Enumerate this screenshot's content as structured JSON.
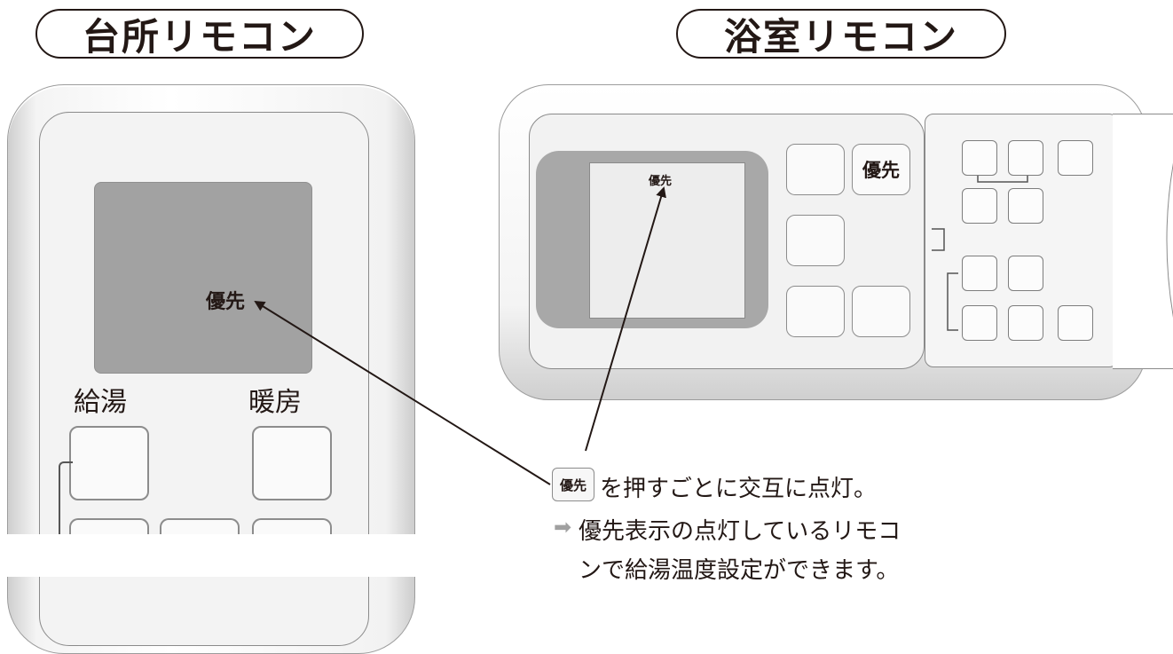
{
  "titles": {
    "kitchen": "台所リモコン",
    "bathroom": "浴室リモコン"
  },
  "kitchen_remote": {
    "screen_label": "優先",
    "label_left": "給湯",
    "label_right": "暖房"
  },
  "bathroom_remote": {
    "screen_label": "優先",
    "priority_button": "優先"
  },
  "caption": {
    "key_label": "優先",
    "line1": "を押すごとに交互に点灯。",
    "arrow_icon": "right-arrow-icon",
    "line2": "優先表示の点灯しているリモコ",
    "line3": "ンで給湯温度設定ができます。"
  }
}
